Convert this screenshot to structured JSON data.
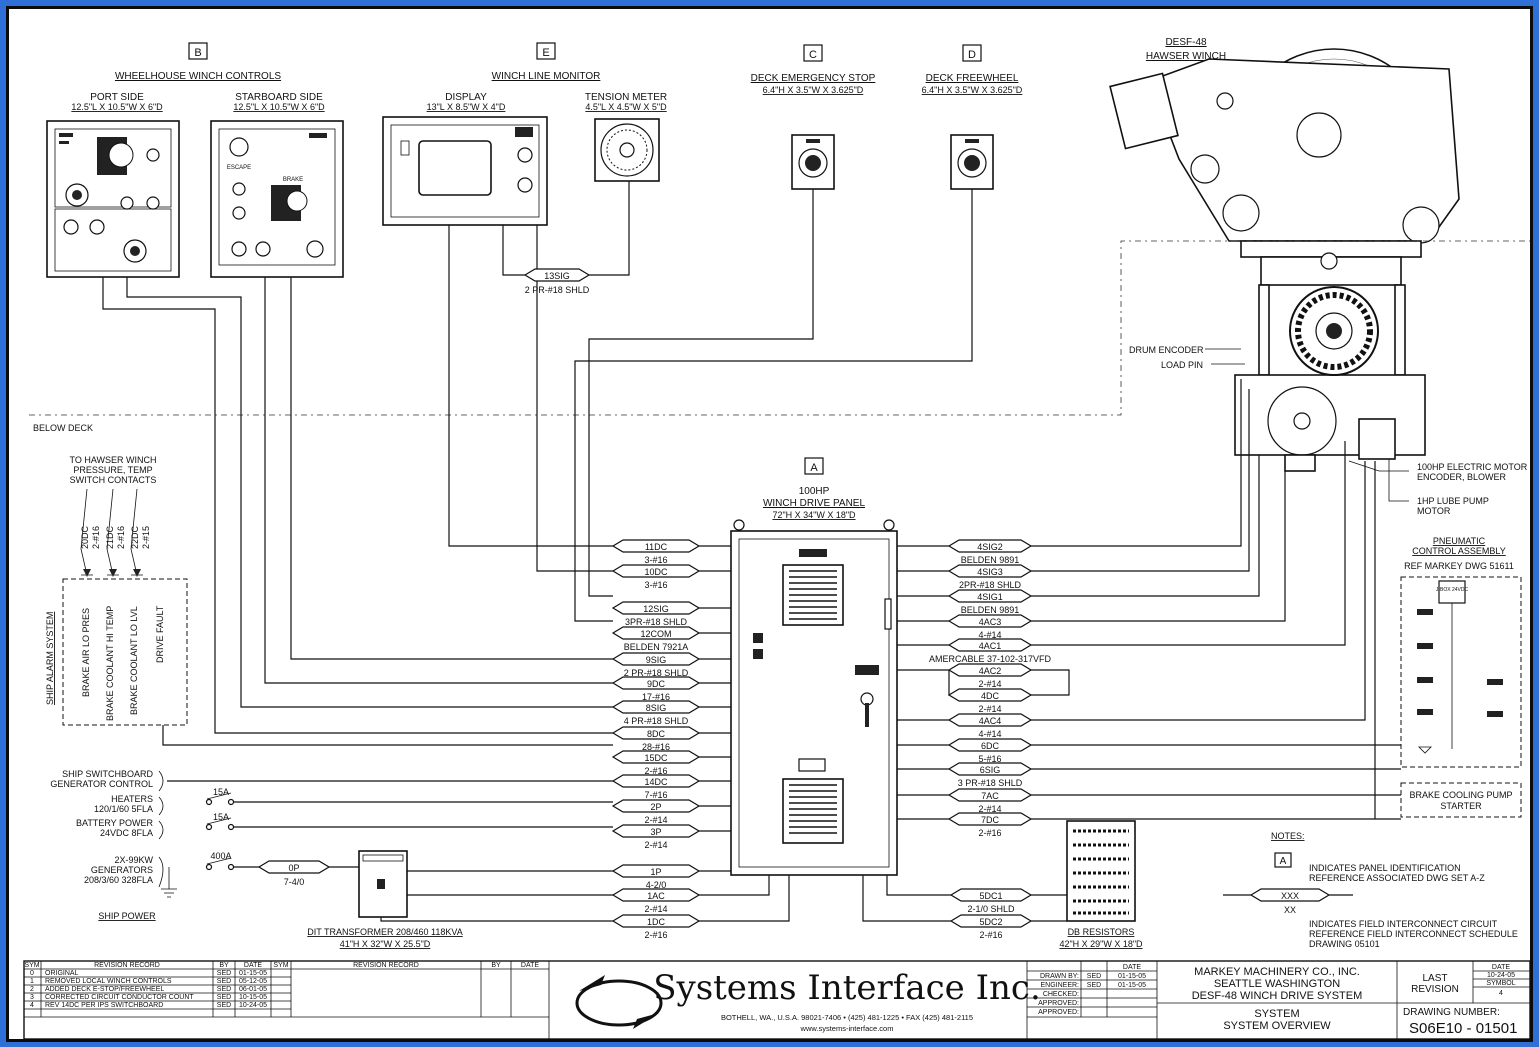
{
  "panels": {
    "b": {
      "letter": "B",
      "title": "WHEELHOUSE WINCH CONTROLS",
      "port_label": "PORT SIDE",
      "port_dims": "12.5\"L X 10.5\"W X 6\"D",
      "stbd_label": "STARBOARD SIDE",
      "stbd_dims": "12.5\"L X 10.5\"W X 6\"D",
      "escape": "ESCAPE",
      "brake": "BRAKE"
    },
    "e": {
      "letter": "E",
      "title": "WINCH LINE MONITOR",
      "display_label": "DISPLAY",
      "display_dims": "13\"L X 8.5\"W X 4\"D",
      "tension_label": "TENSION METER",
      "tension_dims": "4.5\"L X 4.5\"W X 5\"D"
    },
    "c": {
      "letter": "C",
      "title": "DECK EMERGENCY STOP",
      "dims": "6.4\"H X 3.5\"W X 3.625\"D"
    },
    "d": {
      "letter": "D",
      "title": "DECK FREEWHEEL",
      "dims": "6.4\"H X 3.5\"W X 3.625\"D"
    },
    "a": {
      "letter": "A",
      "title1": "100HP",
      "title2": "WINCH DRIVE PANEL",
      "dims": "72\"H X 34\"W X 18\"D"
    }
  },
  "winch": {
    "title1": "DESF-48",
    "title2": "HAWSER WINCH",
    "drum_encoder": "DRUM ENCODER",
    "load_pin": "LOAD PIN",
    "motor1": "100HP ELECTRIC MOTOR",
    "motor2": "ENCODER, BLOWER",
    "lube1": "1HP LUBE PUMP",
    "lube2": "MOTOR"
  },
  "pneumatic": {
    "title1": "PNEUMATIC",
    "title2": "CONTROL ASSEMBLY",
    "ref": "REF MARKEY DWG 51611",
    "box": "J-BOX 24VDC"
  },
  "brake_cooling": {
    "line1": "BRAKE COOLING PUMP",
    "line2": "STARTER"
  },
  "below_deck": "BELOW DECK",
  "alarm": {
    "header1": "TO HAWSER WINCH",
    "header2": "PRESSURE, TEMP",
    "header3": "SWITCH CONTACTS",
    "system": "SHIP ALARM SYSTEM",
    "signals": [
      "BRAKE AIR LO PRES",
      "BRAKE COOLANT HI TEMP",
      "BRAKE COOLANT LO LVL",
      "DRIVE FAULT"
    ],
    "wires": [
      "20DC",
      "2-#16",
      "21DC",
      "2-#16",
      "22DC",
      "2-#15"
    ]
  },
  "sources": [
    {
      "line1": "SHIP SWITCHBOARD",
      "line2": "GENERATOR CONTROL"
    },
    {
      "line1": "HEATERS",
      "line2": "120/1/60 5FLA",
      "breaker": "15A"
    },
    {
      "line1": "BATTERY POWER",
      "line2": "24VDC 8FLA",
      "breaker": "15A"
    },
    {
      "line1": "2X-99KW",
      "line2": "GENERATORS",
      "line3": "208/3/60 328FLA",
      "breaker": "400A"
    }
  ],
  "ship_power": "SHIP POWER",
  "transformer": {
    "title": "DIT TRANSFORMER 208/460 118KVA",
    "dims": "41\"H X 32\"W X 25.5\"D"
  },
  "gen_cable": {
    "tag": "0P",
    "desc": "7-4/0"
  },
  "disp_cable": {
    "tag": "13SIG",
    "desc": "2 PR-#18 SHLD"
  },
  "left_cables": [
    {
      "tag": "11DC",
      "desc": "3-#16"
    },
    {
      "tag": "10DC",
      "desc": "3-#16"
    },
    {
      "tag": "12SIG",
      "desc": "3PR-#18 SHLD"
    },
    {
      "tag": "12COM",
      "desc": "BELDEN 7921A"
    },
    {
      "tag": "9SIG",
      "desc": "2 PR-#18 SHLD"
    },
    {
      "tag": "9DC",
      "desc": "17-#16"
    },
    {
      "tag": "8SIG",
      "desc": "4 PR-#18 SHLD"
    },
    {
      "tag": "8DC",
      "desc": "28-#16"
    },
    {
      "tag": "15DC",
      "desc": "2-#16"
    },
    {
      "tag": "14DC",
      "desc": "7-#16"
    },
    {
      "tag": "2P",
      "desc": "2-#14"
    },
    {
      "tag": "3P",
      "desc": "2-#14"
    },
    {
      "tag": "1P",
      "desc": "4-2/0"
    },
    {
      "tag": "1AC",
      "desc": "2-#14"
    },
    {
      "tag": "1DC",
      "desc": "2-#16"
    }
  ],
  "right_cables": [
    {
      "tag": "4SIG2",
      "desc": "BELDEN 9891"
    },
    {
      "tag": "4SIG3",
      "desc": "2PR-#18 SHLD"
    },
    {
      "tag": "4SIG1",
      "desc": "BELDEN 9891"
    },
    {
      "tag": "4AC3",
      "desc": "4-#14"
    },
    {
      "tag": "4AC1",
      "desc": "AMERCABLE 37-102-317VFD"
    },
    {
      "tag": "4AC2",
      "desc": "2-#14"
    },
    {
      "tag": "4DC",
      "desc": "2-#14"
    },
    {
      "tag": "4AC4",
      "desc": "4-#14"
    },
    {
      "tag": "6DC",
      "desc": "5-#16"
    },
    {
      "tag": "6SIG",
      "desc": "3 PR-#18 SHLD"
    },
    {
      "tag": "7AC",
      "desc": "2-#14"
    },
    {
      "tag": "7DC",
      "desc": "2-#16"
    }
  ],
  "db_cables": [
    {
      "tag": "5DC1",
      "desc": "2-1/0 SHLD"
    },
    {
      "tag": "5DC2",
      "desc": "2-#16"
    }
  ],
  "db_resistors": {
    "title": "DB RESISTORS",
    "dims": "42\"H X 29\"W X 18\"D"
  },
  "notes": {
    "title": "NOTES:",
    "letter": "A",
    "n1a": "INDICATES PANEL IDENTIFICATION",
    "n1b": "REFERENCE ASSOCIATED DWG SET A-Z",
    "tag": "XXX",
    "desc": "XX",
    "n2a": "INDICATES FIELD INTERCONNECT CIRCUIT",
    "n2b": "REFERENCE FIELD INTERCONNECT SCHEDULE",
    "n2c": "DRAWING 05101"
  },
  "revisions": {
    "headers": [
      "SYM",
      "REVISION RECORD",
      "BY",
      "DATE",
      "SYM",
      "REVISION RECORD",
      "BY",
      "DATE"
    ],
    "rows": [
      [
        "0",
        "ORIGINAL",
        "SED",
        "01-15-05"
      ],
      [
        "1",
        "REMOVED LOCAL WINCH CONTROLS",
        "SED",
        "05-12-05"
      ],
      [
        "2",
        "ADDED DECK E-STOP/FREEWHEEL",
        "SED",
        "06-01-05"
      ],
      [
        "3",
        "CORRECTED CIRCUIT CONDUCTOR COUNT",
        "SED",
        "10-15-05"
      ],
      [
        "4",
        "REV 14DC  PER IPS SWITCHBOARD",
        "SED",
        "10-24-05"
      ]
    ]
  },
  "company": {
    "name": "Systems Interface Inc.",
    "address": "BOTHELL, WA., U.S.A.  98021-7406 • (425) 481-1225 • FAX (425) 481-2115",
    "web": "www.systems-interface.com"
  },
  "signoff": {
    "rows": [
      [
        "DRAWN BY:",
        "SED",
        "01-15-05"
      ],
      [
        "ENGINEER:",
        "SED",
        "01-15-05"
      ],
      [
        "CHECKED:",
        "",
        ""
      ],
      [
        "APPROVED:",
        "",
        ""
      ],
      [
        "APPROVED:",
        "",
        ""
      ]
    ],
    "date_header": "DATE"
  },
  "client": {
    "line1": "MARKEY MACHINERY CO., INC.",
    "line2": "SEATTLE        WASHINGTON",
    "line3": "DESF-48 WINCH DRIVE SYSTEM",
    "line4": "SYSTEM",
    "line5": "SYSTEM OVERVIEW"
  },
  "last_revision": {
    "label1": "LAST",
    "label2": "REVISION",
    "date_header": "DATE",
    "date": "10-24-05",
    "symbol_header": "SYMBOL",
    "symbol": "4"
  },
  "drawing_number": {
    "label": "DRAWING NUMBER:",
    "value": "S06E10 - 01501"
  }
}
